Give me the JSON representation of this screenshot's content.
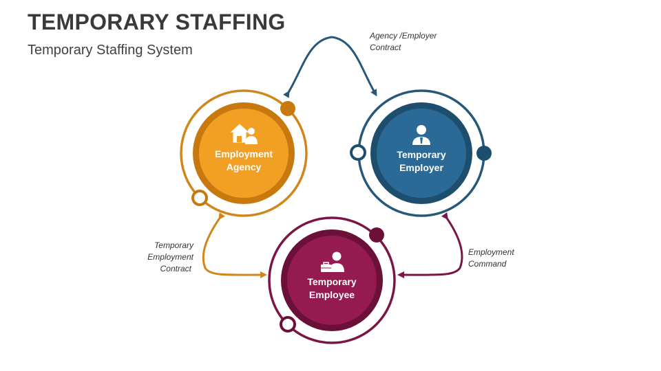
{
  "header": {
    "title": "TEMPORARY STAFFING",
    "subtitle": "Temporary Staffing System"
  },
  "colors": {
    "agency": "#F2A024",
    "agency_dark": "#C8790E",
    "employer": "#2B6A96",
    "employer_dark": "#1E4E6E",
    "employee": "#951A4F",
    "employee_dark": "#6B1038",
    "agency_arrow": "#D0861A",
    "employer_arrow": "#26587A",
    "employee_arrow": "#7A1546"
  },
  "nodes": {
    "agency": {
      "line1": "Employment",
      "line2": "Agency",
      "icon": "house-person-icon"
    },
    "employer": {
      "line1": "Temporary",
      "line2": "Employer",
      "icon": "businessman-icon"
    },
    "employee": {
      "line1": "Temporary",
      "line2": "Employee",
      "icon": "worker-briefcase-icon"
    }
  },
  "edges": {
    "agency_employer": {
      "line1": "Agency /Employer",
      "line2": "Contract"
    },
    "agency_employee": {
      "line1": "Temporary",
      "line2": "Employment",
      "line3": "Contract"
    },
    "employer_employee": {
      "line1": "Employment",
      "line2": "Command"
    }
  }
}
